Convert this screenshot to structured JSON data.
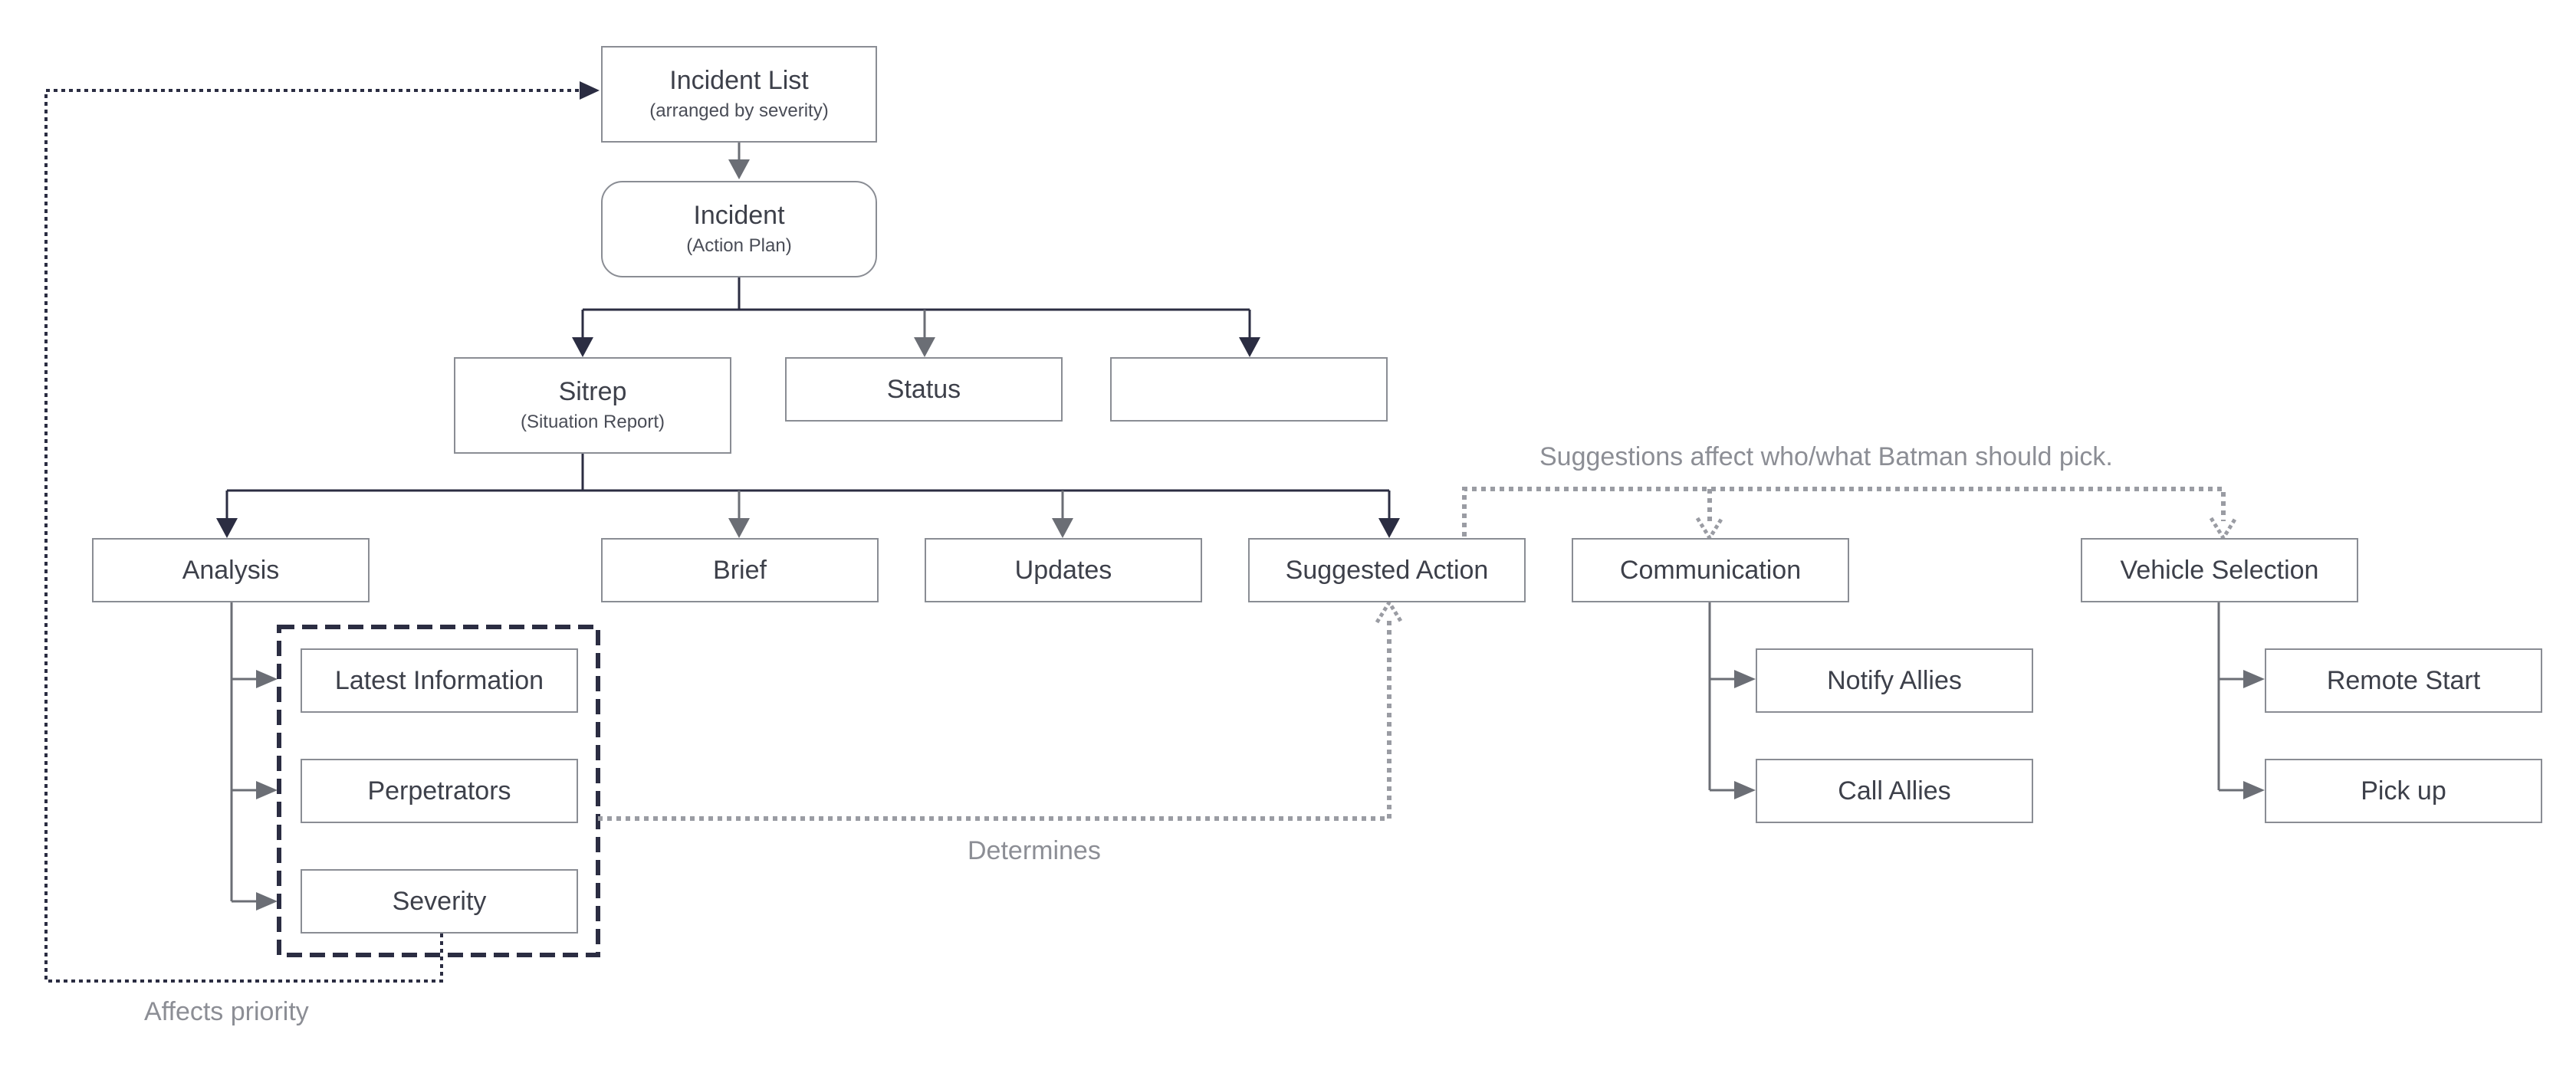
{
  "nodes": {
    "incident_list": {
      "title": "Incident List",
      "subtitle": "(arranged by severity)"
    },
    "incident": {
      "title": "Incident",
      "subtitle": "(Action Plan)"
    },
    "sitrep": {
      "title": "Sitrep",
      "subtitle": "(Situation Report)"
    },
    "status": {
      "title": "Status"
    },
    "blank": {
      "title": ""
    },
    "analysis": {
      "title": "Analysis"
    },
    "brief": {
      "title": "Brief"
    },
    "updates": {
      "title": "Updates"
    },
    "suggested_action": {
      "title": "Suggested Action"
    },
    "communication": {
      "title": "Communication"
    },
    "vehicle_selection": {
      "title": "Vehicle Selection"
    },
    "latest_information": {
      "title": "Latest Information"
    },
    "perpetrators": {
      "title": "Perpetrators"
    },
    "severity": {
      "title": "Severity"
    },
    "notify_allies": {
      "title": "Notify Allies"
    },
    "call_allies": {
      "title": "Call Allies"
    },
    "remote_start": {
      "title": "Remote Start"
    },
    "pick_up": {
      "title": "Pick up"
    }
  },
  "annotations": {
    "suggestions": "Suggestions affect who/what Batman should pick.",
    "determines": "Determines",
    "affects_priority": "Affects priority"
  },
  "colors": {
    "solid_arrow": "#2b2d42",
    "gray_arrow": "#6b6e75",
    "dotted_gray": "#9a9ca3",
    "box_border": "#8a8d94",
    "text": "#3d404a",
    "annotation_text": "#8c8e95"
  }
}
